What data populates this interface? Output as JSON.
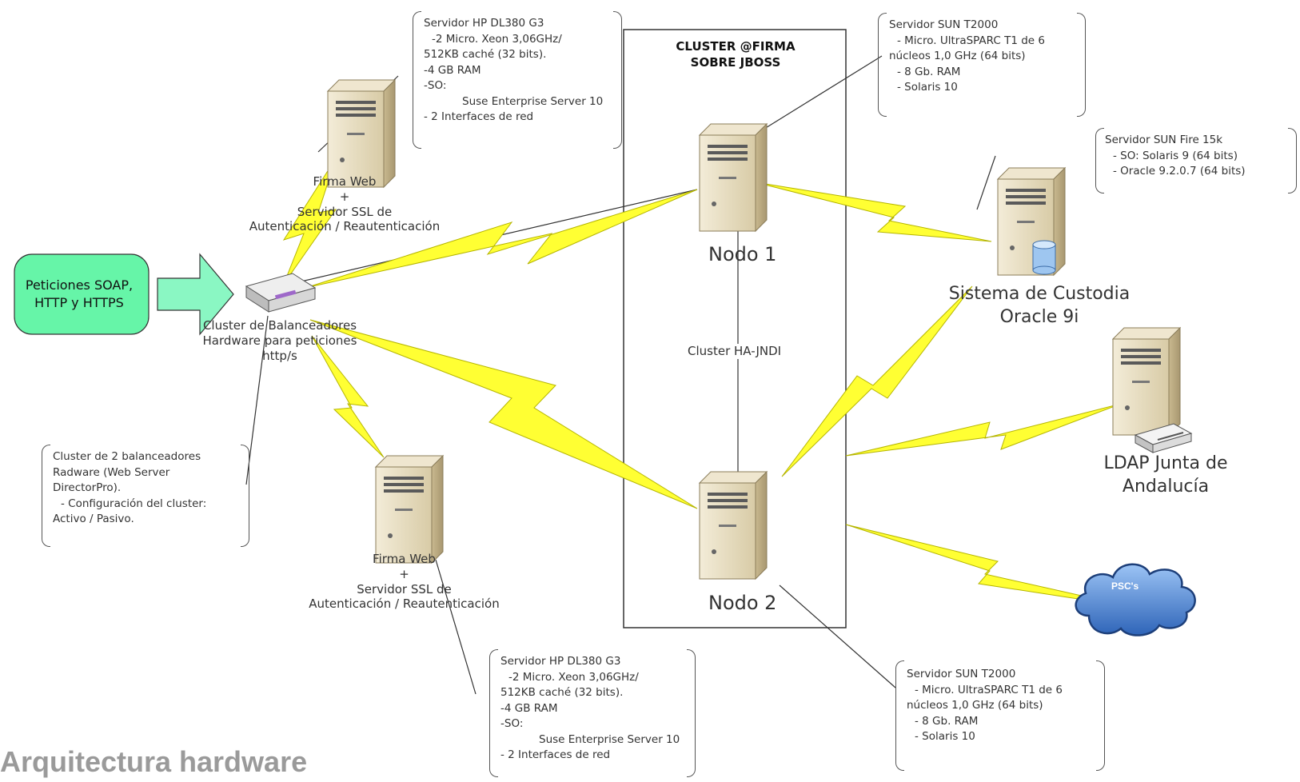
{
  "page": {
    "title": "Arquitectura hardware"
  },
  "colors": {
    "bolt": "#ffff33",
    "bolt_stroke": "#c9c900",
    "request_fill": "#66f5a8",
    "arrow_fill": "#8af7c3",
    "server_beige": "#e6dcc0",
    "cloud": "#4a86d8"
  },
  "requests": {
    "label_line1": "Peticiones SOAP,",
    "label_line2": "HTTP y HTTPS"
  },
  "balancer": {
    "label_line1": "Cluster de Balanceadores",
    "label_line2": "Hardware para peticiones",
    "label_line3": "http/s",
    "spec": [
      "Cluster de 2 balanceadores",
      "Radware (Web Server",
      "DirectorPro).",
      "- Configuración del cluster:",
      "Activo / Pasivo."
    ]
  },
  "firma_web_top": {
    "line1": "Firma Web",
    "line2": "+",
    "line3": "Servidor SSL de",
    "line4": "Autenticación / Reautenticación",
    "spec": [
      "Servidor HP DL380 G3",
      "-2 Micro. Xeon 3,06GHz/",
      "512KB caché (32 bits).",
      "-4 GB RAM",
      "-SO:",
      "Suse Enterprise Server 10",
      "- 2 Interfaces de red"
    ]
  },
  "firma_web_bottom": {
    "line1": "Firma Web",
    "line2": "+",
    "line3": "Servidor SSL de",
    "line4": "Autenticación / Reautenticación",
    "spec": [
      "Servidor HP DL380 G3",
      "-2 Micro. Xeon 3,06GHz/",
      "512KB caché (32 bits).",
      "-4 GB RAM",
      "-SO:",
      "Suse Enterprise Server 10",
      "- 2 Interfaces de red"
    ]
  },
  "cluster": {
    "title_line1": "CLUSTER @FIRMA",
    "title_line2": "SOBRE JBOSS",
    "ha_label": "Cluster HA-JNDI",
    "nodo1": "Nodo 1",
    "nodo2": "Nodo 2"
  },
  "nodo1_spec": [
    "Servidor SUN T2000",
    "- Micro. UltraSPARC T1 de 6",
    "núcleos 1,0 GHz (64 bits)",
    "- 8 Gb. RAM",
    "- Solaris 10"
  ],
  "nodo2_spec": [
    "Servidor SUN T2000",
    "- Micro. UltraSPARC T1 de 6",
    "núcleos 1,0 GHz (64 bits)",
    "- 8 Gb. RAM",
    "- Solaris 10"
  ],
  "custodia": {
    "label_line1": "Sistema de Custodia",
    "label_line2": "Oracle 9i",
    "spec": [
      "Servidor SUN Fire 15k",
      "- SO: Solaris 9 (64 bits)",
      "- Oracle 9.2.0.7 (64 bits)"
    ]
  },
  "ldap": {
    "label_line1": "LDAP Junta de",
    "label_line2": "Andalucía"
  },
  "psc": {
    "label": "PSC's"
  }
}
